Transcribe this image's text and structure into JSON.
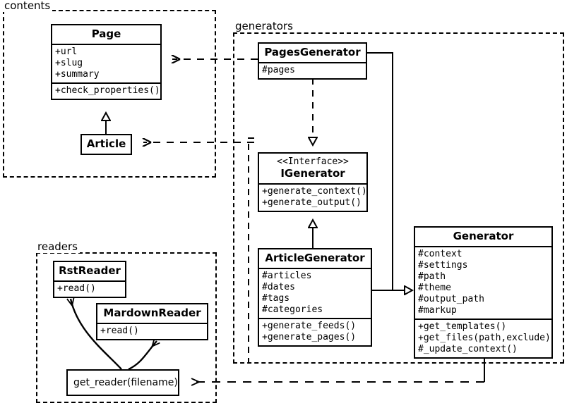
{
  "diagram": {
    "kind": "uml-class-diagram",
    "packages": [
      {
        "id": "contents",
        "label": "contents"
      },
      {
        "id": "generators",
        "label": "generators"
      },
      {
        "id": "readers",
        "label": "readers"
      }
    ]
  },
  "classes": {
    "page": {
      "name": "Page",
      "attributes": [
        "+url",
        "+slug",
        "+summary"
      ],
      "methods": [
        "+check_properties()"
      ]
    },
    "article": {
      "name": "Article",
      "attributes": [],
      "methods": []
    },
    "pages_generator": {
      "name": "PagesGenerator",
      "attributes": [
        "#pages"
      ],
      "methods": []
    },
    "igenerator": {
      "stereotype": "<<Interface>>",
      "name": "IGenerator",
      "attributes": [],
      "methods": [
        "+generate_context()",
        "+generate_output()"
      ]
    },
    "article_generator": {
      "name": "ArticleGenerator",
      "attributes": [
        "#articles",
        "#dates",
        "#tags",
        "#categories"
      ],
      "methods": [
        "+generate_feeds()",
        "+generate_pages()"
      ]
    },
    "generator": {
      "name": "Generator",
      "attributes": [
        "#context",
        "#settings",
        "#path",
        "#theme",
        "#output_path",
        "#markup"
      ],
      "methods": [
        "+get_templates()",
        "+get_files(path,exclude)",
        "#_update_context()"
      ]
    },
    "rst_reader": {
      "name": "RstReader",
      "attributes": [],
      "methods": [
        "+read()"
      ]
    },
    "mardown_reader": {
      "name": "MardownReader",
      "attributes": [],
      "methods": [
        "+read()"
      ]
    },
    "get_reader": {
      "name": "get_reader(filename)"
    }
  },
  "relations": [
    {
      "id": "article-inherits-page",
      "from": "Article",
      "to": "Page",
      "type": "generalization"
    },
    {
      "id": "pagesgenerator-realizes-igenerator",
      "from": "PagesGenerator",
      "to": "IGenerator",
      "type": "realization"
    },
    {
      "id": "articlegenerator-inherits-igenerator",
      "from": "ArticleGenerator",
      "to": "IGenerator",
      "type": "generalization"
    },
    {
      "id": "pagesgenerator-inherits-generator",
      "from": "PagesGenerator",
      "to": "Generator",
      "type": "generalization"
    },
    {
      "id": "articlegenerator-inherits-generator",
      "from": "ArticleGenerator",
      "to": "Generator",
      "type": "generalization"
    },
    {
      "id": "pagesgenerator-uses-page",
      "from": "PagesGenerator",
      "to": "Page",
      "type": "dependency"
    },
    {
      "id": "articlegenerator-uses-article",
      "from": "ArticleGenerator",
      "to": "Article",
      "type": "dependency"
    },
    {
      "id": "generator-uses-get_reader",
      "from": "Generator",
      "to": "get_reader",
      "type": "dependency"
    },
    {
      "id": "get_reader-returns-rstreader",
      "from": "get_reader",
      "to": "RstReader",
      "type": "association"
    },
    {
      "id": "get_reader-returns-mardownreader",
      "from": "get_reader",
      "to": "MardownReader",
      "type": "association"
    }
  ],
  "colors": {
    "stroke": "#000000",
    "background": "#ffffff"
  }
}
